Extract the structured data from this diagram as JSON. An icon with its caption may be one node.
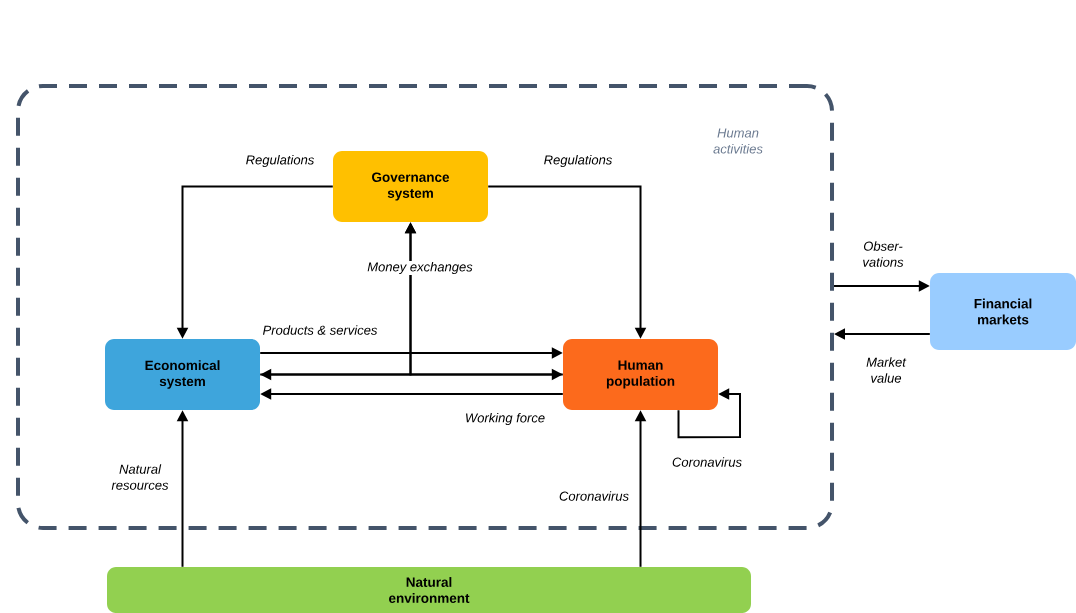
{
  "diagram": {
    "nodes": [
      {
        "text": [
          "Human activities"
        ]
      },
      {
        "text": [
          "Governance system"
        ],
        "in": 0
      },
      {
        "text": [
          "Economical system"
        ],
        "in": 0
      },
      {
        "text": [
          "Human population"
        ],
        "in": 0
      },
      {
        "text": [
          "Financial markets"
        ]
      },
      {
        "text": [
          "Natural environment"
        ]
      }
    ],
    "edges": [
      {
        "from": 1,
        "to": 2,
        "arrow": "to",
        "label": "Regulations"
      },
      {
        "from": 1,
        "to": 3,
        "arrow": "to",
        "label": "Regulations"
      },
      {
        "from": 2,
        "to": 3,
        "arrow": "to",
        "label": "Products & services"
      },
      {
        "from": 2,
        "to": 3,
        "arrow": "both"
      },
      {
        "from": 2,
        "to": 1,
        "arrow": "to",
        "label": "Money exchanges"
      },
      {
        "from": 3,
        "to": 1,
        "arrow": "to"
      },
      {
        "from": 3,
        "to": 2,
        "arrow": "to",
        "label": "Working force"
      },
      {
        "from": 3,
        "to": 3,
        "arrow": "to",
        "label": "Coronavirus"
      },
      {
        "from": 5,
        "to": 2,
        "arrow": "to",
        "label": "Natural resources"
      },
      {
        "from": 5,
        "to": 3,
        "arrow": "to",
        "label": "Coronavirus"
      },
      {
        "from": 0,
        "to": 4,
        "arrow": "to",
        "label": "Obser- vations"
      },
      {
        "from": 4,
        "to": 0,
        "arrow": "to",
        "label": "Market value"
      }
    ]
  }
}
